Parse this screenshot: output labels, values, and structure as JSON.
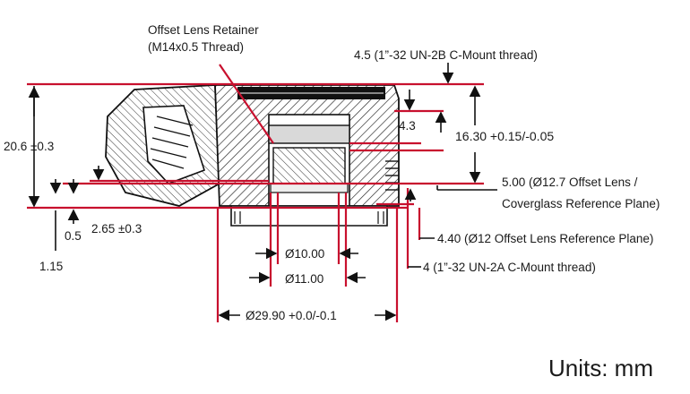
{
  "diagram": {
    "callouts": {
      "retainer_line1": "Offset Lens Retainer",
      "retainer_line2": "(M14x0.5 Thread)",
      "top_thread": "4.5 (1”-32 UN-2B C-Mount thread)",
      "dim_4_3": "4.3",
      "dim_16_30": "16.30 +0.15/-0.05",
      "dim_20_6": "20.6 ±0.3",
      "ref_plane_line1": "5.00 (Ø12.7 Offset Lens /",
      "ref_plane_line2": "Coverglass Reference Plane)",
      "dim_0_5": "0.5",
      "dim_2_65": "2.65 ±0.3",
      "ref_4_40": "4.40 (Ø12 Offset Lens Reference Plane)",
      "dim_1_15": "1.15",
      "dia_10": "Ø10.00",
      "dia_11": "Ø11.00",
      "bottom_thread": "4 (1”-32 UN-2A C-Mount thread)",
      "dia_29_9": "Ø29.90 +0.0/-0.1"
    },
    "units": "Units: mm",
    "colors": {
      "dimension_red": "#c8102e",
      "outline": "#111111"
    }
  }
}
